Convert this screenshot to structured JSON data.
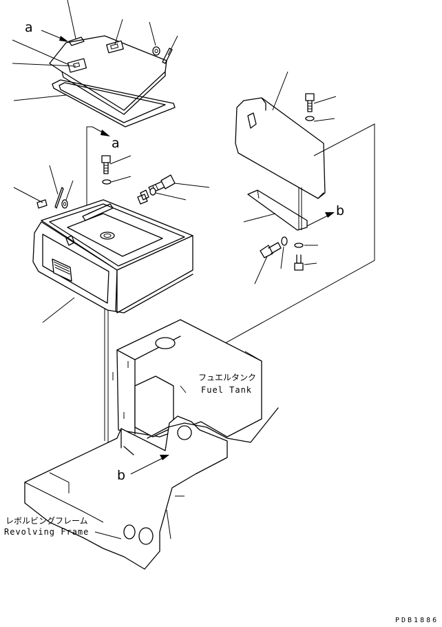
{
  "labels": {
    "a_top": "a",
    "a_mid": "a",
    "b_right": "b",
    "b_bottom": "b",
    "fuel_tank_jp": "フュエルタンク",
    "fuel_tank_en": "Fuel Tank",
    "revolving_frame_jp": "レボルビングフレーム",
    "revolving_frame_en": "Revolving Frame",
    "drawing_code": "PDB1886"
  }
}
